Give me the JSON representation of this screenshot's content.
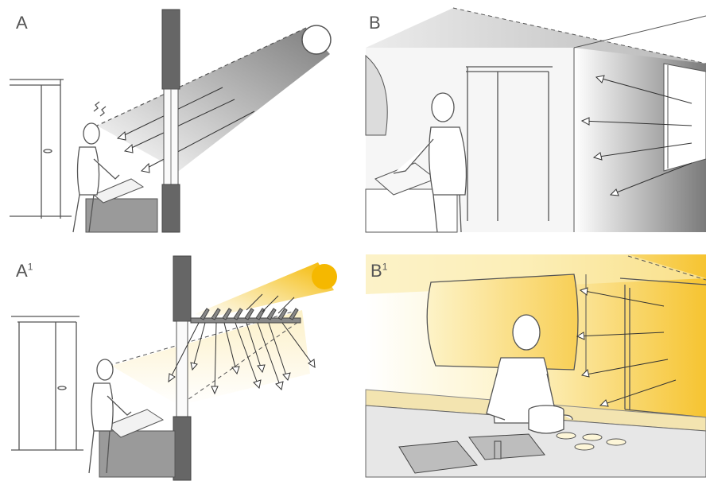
{
  "panels": {
    "a": {
      "label": "A"
    },
    "b": {
      "label": "B"
    },
    "a1": {
      "label": "A",
      "sup": "1"
    },
    "b1": {
      "label": "B",
      "sup": "1"
    }
  },
  "colors": {
    "line": "#555555",
    "shade_dark": "#8a8a8a",
    "shade_light": "#e6e6e6",
    "sun_gray": "#f2f2f2",
    "sun_yellow": "#f5b800",
    "light_yellow": "#fbe69a"
  }
}
